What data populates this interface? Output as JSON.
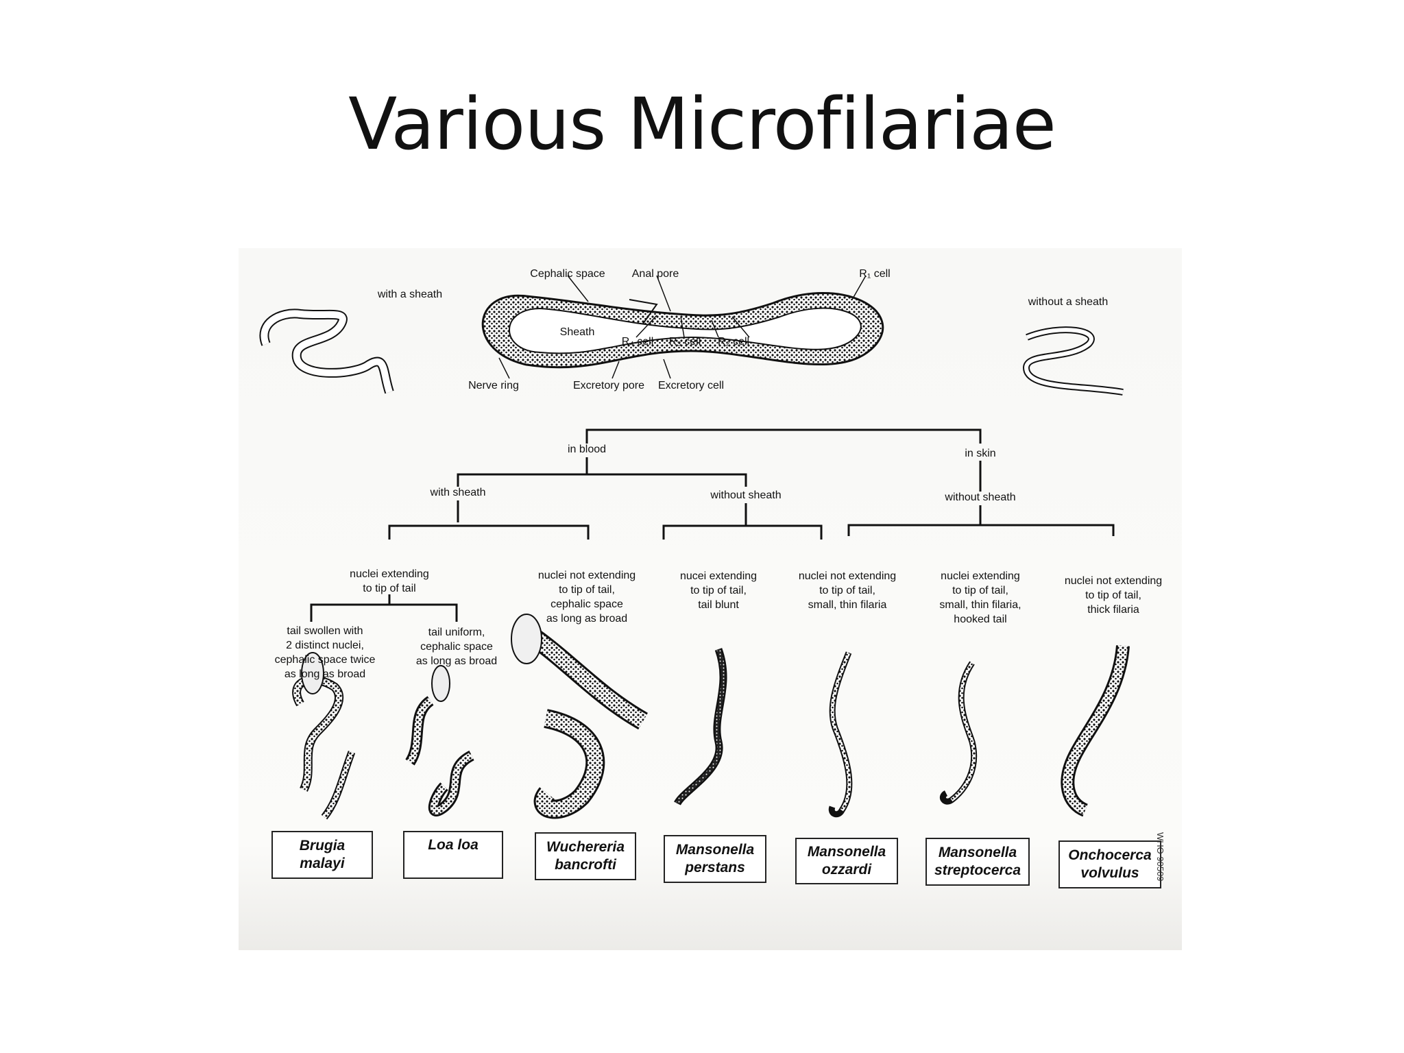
{
  "slide": {
    "title": "Various Microfilariae"
  },
  "top_labels": {
    "with_sheath": "with a sheath",
    "without_sheath": "without a sheath"
  },
  "anatomy": {
    "cephalic_space": "Cephalic space",
    "anal_pore": "Anal pore",
    "r1_cell": "R₁ cell",
    "sheath": "Sheath",
    "r4_cell": "R₄ cell",
    "r3_cell": "R₃ cell",
    "r2_cell": "R₂ cell",
    "nerve_ring": "Nerve ring",
    "excretory_pore": "Excretory pore",
    "excretory_cell": "Excretory cell"
  },
  "tree": {
    "in_blood": "in blood",
    "in_skin": "in skin",
    "blood_with_sheath": "with sheath",
    "blood_without_sheath": "without sheath",
    "skin_without_sheath": "without sheath",
    "c1": "nuclei extending\nto tip of tail",
    "c2": "nuclei not extending\nto tip of tail,\ncephalic space\nas long as broad",
    "c3": "nucei extending\nto tip of tail,\ntail blunt",
    "c4": "nuclei not extending\nto tip of tail,\nsmall, thin filaria",
    "c5": "nuclei extending\nto tip of tail,\nsmall, thin filaria,\nhooked tail",
    "c6": "nuclei not extending\nto tip of tail,\nthick filaria",
    "d1": "tail swollen with\n2 distinct nuclei,\ncephalic space twice\nas long as broad",
    "d2": "tail uniform,\ncephalic space\nas long as broad"
  },
  "species": [
    {
      "line1": "Brugia",
      "line2": "malayi"
    },
    {
      "line1": "Loa loa",
      "line2": ""
    },
    {
      "line1": "Wuchereria",
      "line2": "bancrofti"
    },
    {
      "line1": "Mansonella",
      "line2": "perstans"
    },
    {
      "line1": "Mansonella",
      "line2": "ozzardi"
    },
    {
      "line1": "Mansonella",
      "line2": "streptocerca"
    },
    {
      "line1": "Onchocerca",
      "line2": "volvulus"
    }
  ],
  "credit": "WHO 90509"
}
